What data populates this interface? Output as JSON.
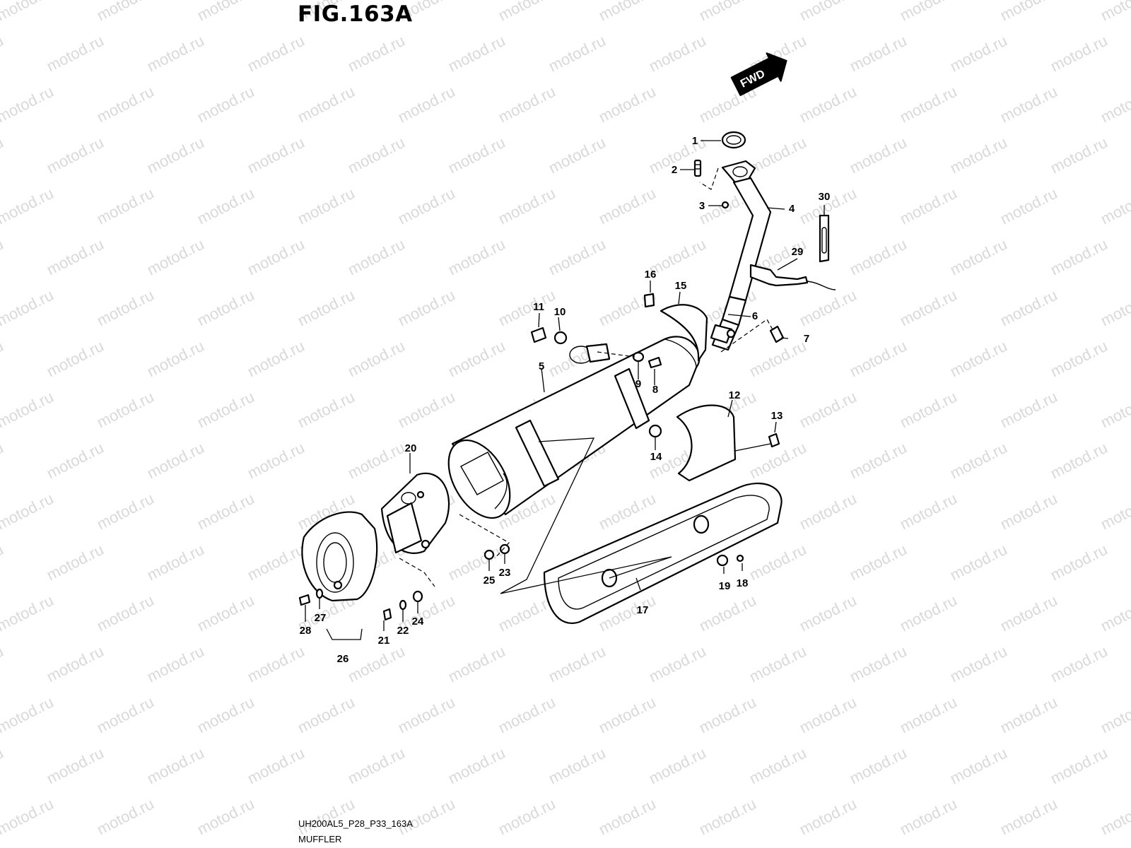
{
  "figure": {
    "title": "FIG.163A",
    "code": "UH200AL5_P28_P33_163A",
    "caption": "MUFFLER"
  },
  "watermark": {
    "text": "motod.ru",
    "color": "#d9d9d9"
  },
  "fwd_label": "FWD",
  "callouts": [
    "1",
    "2",
    "3",
    "4",
    "5",
    "6",
    "7",
    "8",
    "9",
    "10",
    "11",
    "12",
    "13",
    "14",
    "15",
    "16",
    "17",
    "18",
    "19",
    "20",
    "21",
    "22",
    "23",
    "24",
    "25",
    "26",
    "27",
    "28",
    "29",
    "30"
  ]
}
